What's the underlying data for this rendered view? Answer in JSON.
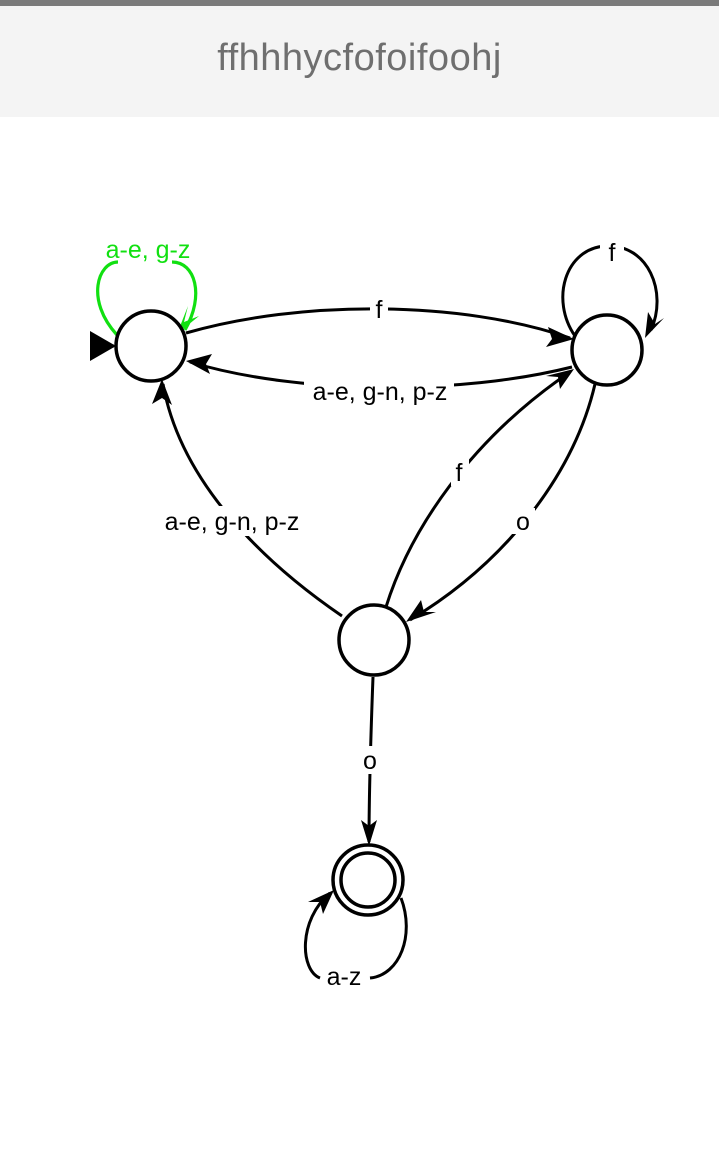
{
  "header": {
    "title": "ffhhhycfofoifoohj"
  },
  "colors": {
    "edge": "#000000",
    "highlight": "#11e011",
    "header_bg": "#f4f4f4",
    "header_text": "#6f6f6f",
    "top_strip": "#7a7a7a"
  },
  "diagram": {
    "type": "finite-state-automaton",
    "states": [
      {
        "id": "q0",
        "initial": true,
        "accepting": false
      },
      {
        "id": "q1",
        "initial": false,
        "accepting": false
      },
      {
        "id": "q2",
        "initial": false,
        "accepting": false
      },
      {
        "id": "q3",
        "initial": false,
        "accepting": true
      }
    ],
    "edges": [
      {
        "id": "e0",
        "from": "q0",
        "to": "q0",
        "label": "a-e, g-z",
        "highlighted": true
      },
      {
        "id": "e1",
        "from": "q0",
        "to": "q1",
        "label": "f",
        "highlighted": false
      },
      {
        "id": "e2",
        "from": "q1",
        "to": "q0",
        "label": "a-e, g-n, p-z",
        "highlighted": false
      },
      {
        "id": "e3",
        "from": "q1",
        "to": "q1",
        "label": "f",
        "highlighted": false
      },
      {
        "id": "e4",
        "from": "q2",
        "to": "q1",
        "label": "f",
        "highlighted": false
      },
      {
        "id": "e5",
        "from": "q1",
        "to": "q2",
        "label": "o",
        "highlighted": false
      },
      {
        "id": "e6",
        "from": "q2",
        "to": "q0",
        "label": "a-e, g-n, p-z",
        "highlighted": false
      },
      {
        "id": "e7",
        "from": "q2",
        "to": "q3",
        "label": "o",
        "highlighted": false
      },
      {
        "id": "e8",
        "from": "q3",
        "to": "q3",
        "label": "a-z",
        "highlighted": false
      }
    ]
  }
}
